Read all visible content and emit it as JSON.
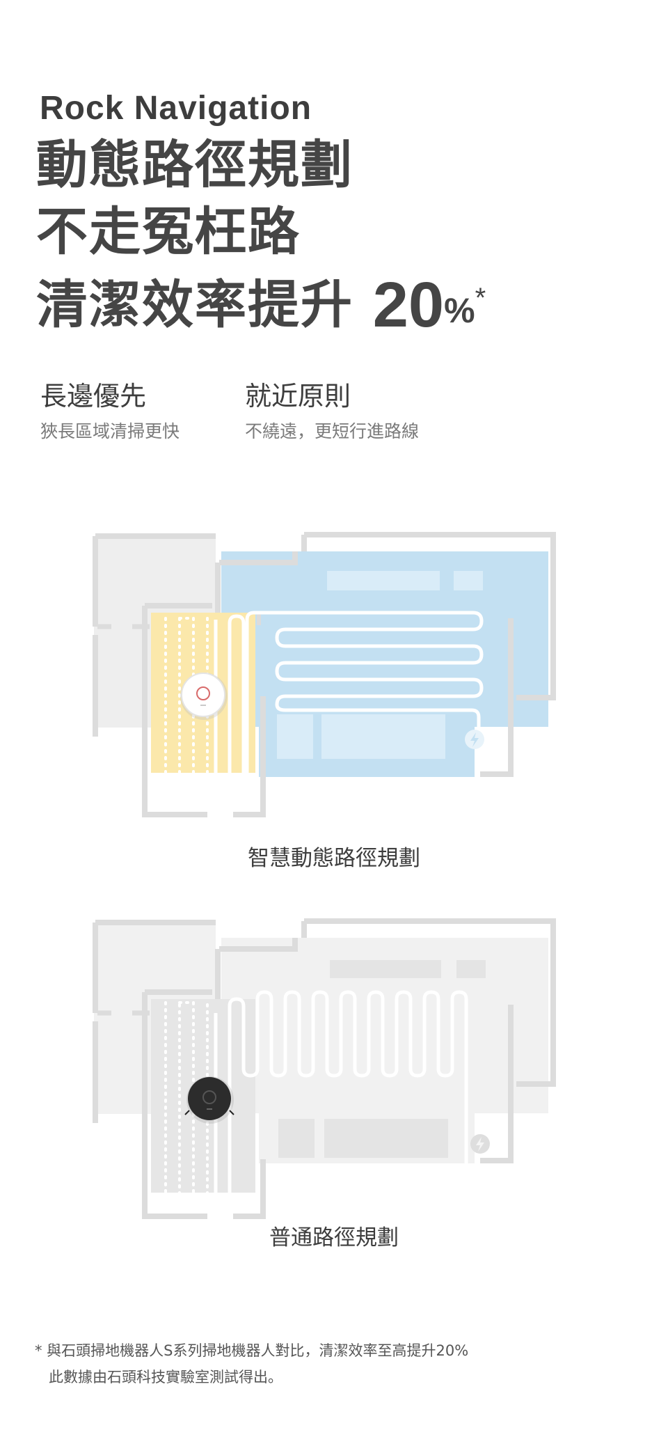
{
  "headline": {
    "eyebrow": "Rock Navigation",
    "line1": "動態路徑規劃",
    "line2": "不走冤枉路",
    "line3": "清潔效率提升",
    "number": "20",
    "percent": "%",
    "asterisk": "*"
  },
  "features": [
    {
      "title": "長邊優先",
      "subtitle": "狹長區域清掃更快"
    },
    {
      "title": "就近原則",
      "subtitle": "不繞遠，更短行進路線"
    }
  ],
  "maps": [
    {
      "caption": "智慧動態路徑規劃",
      "robot_icon": "robot-vacuum-white-icon",
      "dock_icon": "charging-dock-icon",
      "colors": {
        "primary_zone": "#c3e0f2",
        "secondary_zone": "#fbe8ab"
      }
    },
    {
      "caption": "普通路徑規劃",
      "robot_icon": "robot-vacuum-black-icon",
      "dock_icon": "charging-dock-icon",
      "colors": {
        "primary_zone": "#f1f1f1",
        "secondary_zone": "#e6e6e6"
      }
    }
  ],
  "footnote": {
    "line1": "* 與石頭掃地機器人S系列掃地機器人對比，清潔效率至高提升20%",
    "line2": "此數據由石頭科技實驗室測試得出。"
  }
}
